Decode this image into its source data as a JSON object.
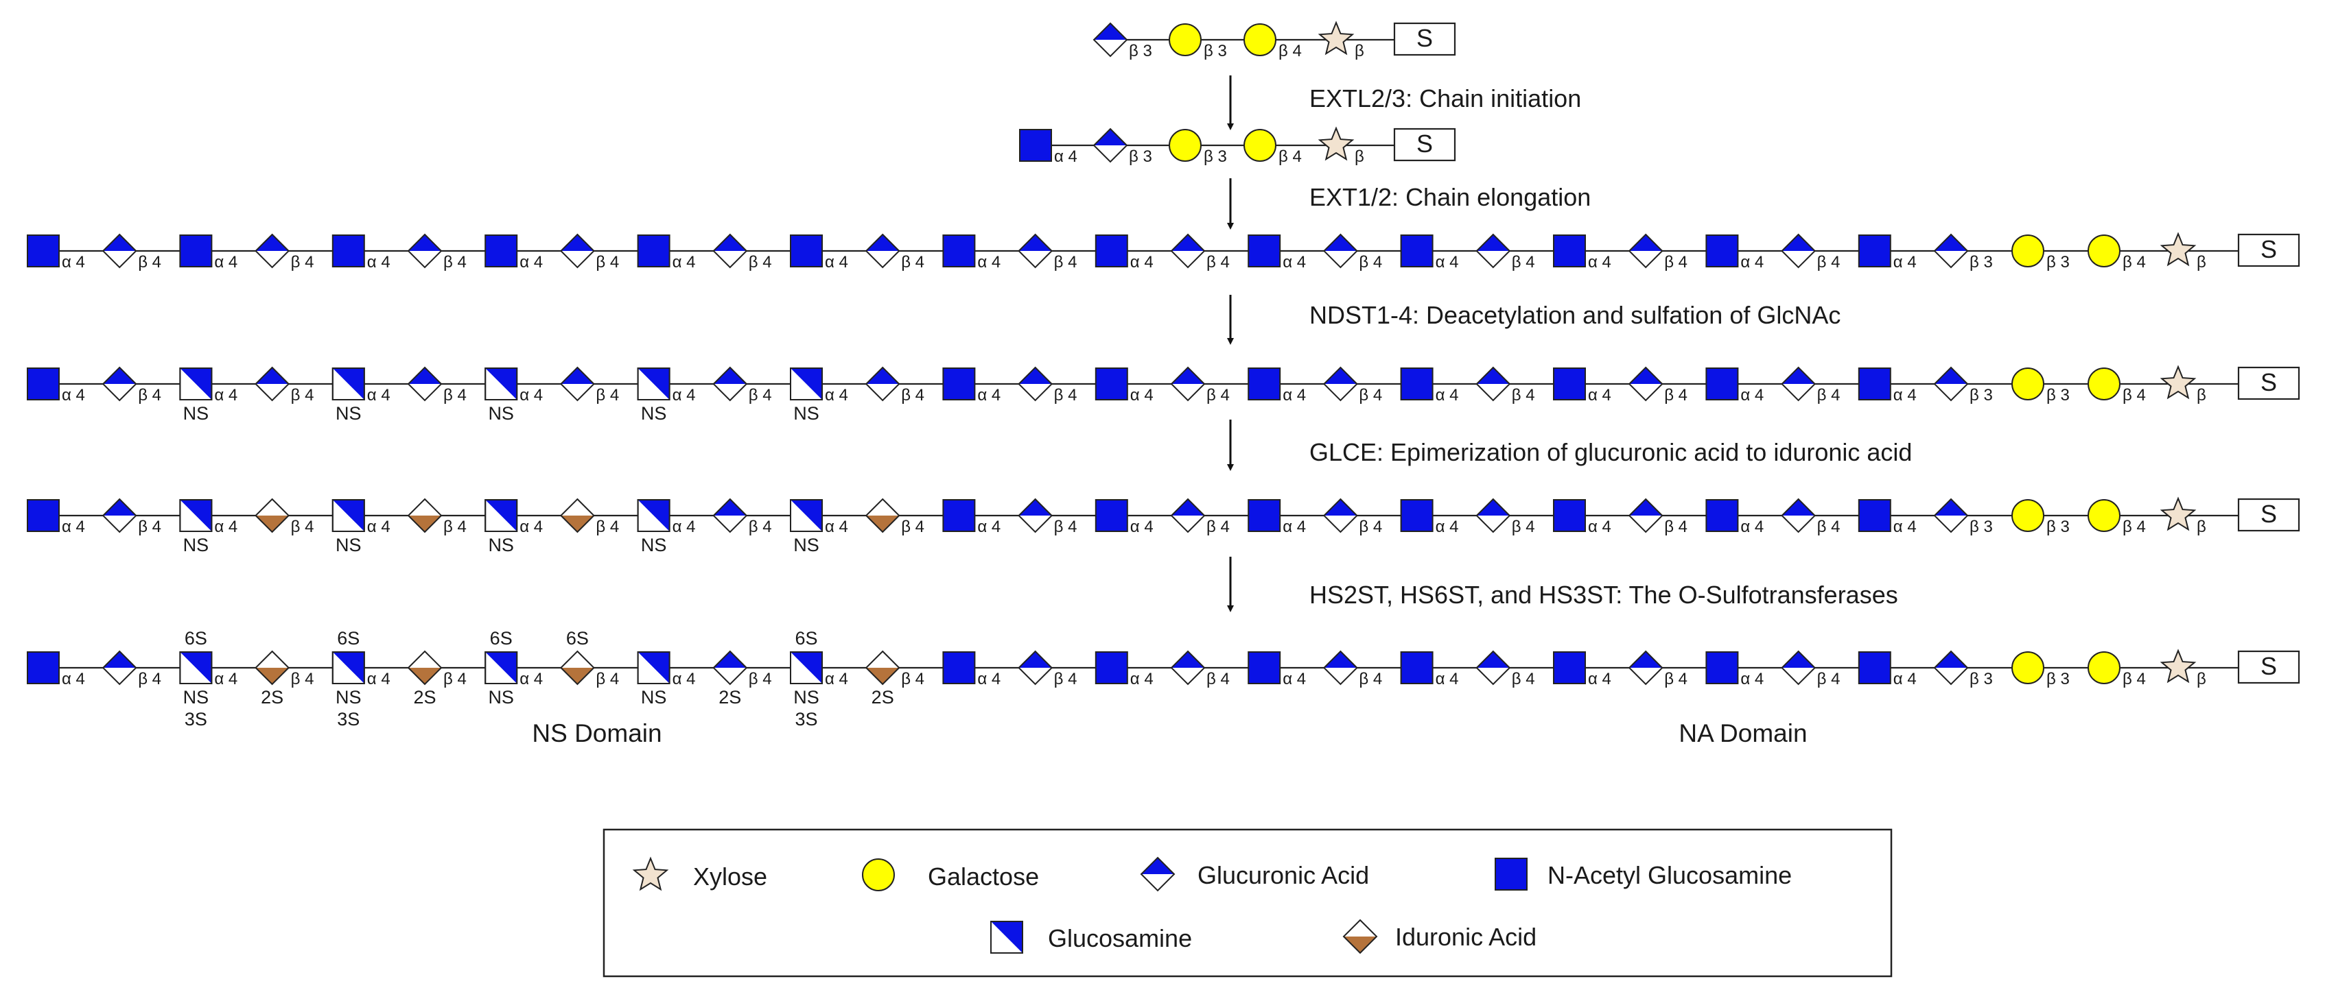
{
  "colors": {
    "blue": "#0a12e6",
    "yellow": "#ffff00",
    "brown": "#b5733b",
    "star_fill": "#f2e3d0",
    "outline": "#222222"
  },
  "steps": [
    "EXTL2/3: Chain initiation",
    "EXT1/2: Chain elongation",
    "NDST1-4: Deacetylation and sulfation of GlcNAc",
    "GLCE: Epimerization of glucuronic acid to iduronic acid",
    "HS2ST, HS6ST, and HS3ST: The O-Sulfotransferases"
  ],
  "linkage_labels": {
    "a4": "α 4",
    "b4": "β 4",
    "b3": "β 3",
    "b": "β"
  },
  "serine_label": "S",
  "mod_labels": {
    "ns": "NS",
    "s2": "2S",
    "s3": "3S",
    "s6": "6S"
  },
  "domains": {
    "ns": "NS Domain",
    "na": "NA Domain"
  },
  "legend": {
    "xylose": "Xylose",
    "galactose": "Galactose",
    "glucuronic": "Glucuronic Acid",
    "glcnac": "N-Acetyl Glucosamine",
    "glucosamine": "Glucosamine",
    "iduronic": "Iduronic Acid"
  },
  "glycans": {
    "short_row": [
      "GlcA",
      "Gal",
      "Gal",
      "Xyl"
    ],
    "short_links": [
      "b3",
      "b3",
      "b4",
      "b"
    ],
    "init_row": [
      "GlcNAc",
      "GlcA",
      "Gal",
      "Gal",
      "Xyl"
    ],
    "init_links": [
      "a4",
      "b3",
      "b3",
      "b4",
      "b"
    ],
    "elongated_row": [
      "GlcNAc",
      "GlcA",
      "GlcNAc",
      "GlcA",
      "GlcNAc",
      "GlcA",
      "GlcNAc",
      "GlcA",
      "GlcNAc",
      "GlcA",
      "GlcNAc",
      "GlcA",
      "GlcNAc",
      "GlcA",
      "GlcNAc",
      "GlcA",
      "GlcNAc",
      "GlcA",
      "GlcNAc",
      "GlcA",
      "GlcNAc",
      "GlcA",
      "GlcNAc",
      "GlcA",
      "GlcNAc",
      "GlcA",
      "Gal",
      "Gal",
      "Xyl"
    ],
    "nsulfated_row": [
      "GlcNAc",
      "GlcA",
      "GlcN(NS)",
      "GlcA",
      "GlcN(NS)",
      "GlcA",
      "GlcN(NS)",
      "GlcA",
      "GlcN(NS)",
      "GlcA",
      "GlcN(NS)",
      "GlcA",
      "GlcNAc",
      "GlcA",
      "GlcNAc",
      "GlcA",
      "GlcNAc",
      "GlcA",
      "GlcNAc",
      "GlcA",
      "GlcNAc",
      "GlcA",
      "GlcNAc",
      "GlcA",
      "GlcNAc",
      "GlcA",
      "Gal",
      "Gal",
      "Xyl"
    ],
    "epimerized_row": [
      "GlcNAc",
      "GlcA",
      "GlcN(NS)",
      "IdoA",
      "GlcN(NS)",
      "IdoA",
      "GlcN(NS)",
      "IdoA",
      "GlcN(NS)",
      "GlcA",
      "GlcN(NS)",
      "IdoA",
      "GlcNAc",
      "GlcA",
      "GlcNAc",
      "GlcA",
      "GlcNAc",
      "GlcA",
      "GlcNAc",
      "GlcA",
      "GlcNAc",
      "GlcA",
      "GlcNAc",
      "GlcA",
      "GlcNAc",
      "GlcA",
      "Gal",
      "Gal",
      "Xyl"
    ],
    "osulfated_row": [
      "GlcNAc",
      "GlcA",
      "GlcN(NS,3S,6S)",
      "IdoA(2S)",
      "GlcN(NS,3S,6S)",
      "IdoA(2S)",
      "GlcN(NS,6S)",
      "IdoA(6S)",
      "GlcN(NS)",
      "GlcA(2S)",
      "GlcN(NS,3S,6S)",
      "IdoA(2S)",
      "GlcNAc",
      "GlcA",
      "GlcNAc",
      "GlcA",
      "GlcNAc",
      "GlcA",
      "GlcNAc",
      "GlcA",
      "GlcNAc",
      "GlcA",
      "GlcNAc",
      "GlcA",
      "GlcNAc",
      "GlcA",
      "Gal",
      "Gal",
      "Xyl"
    ]
  }
}
